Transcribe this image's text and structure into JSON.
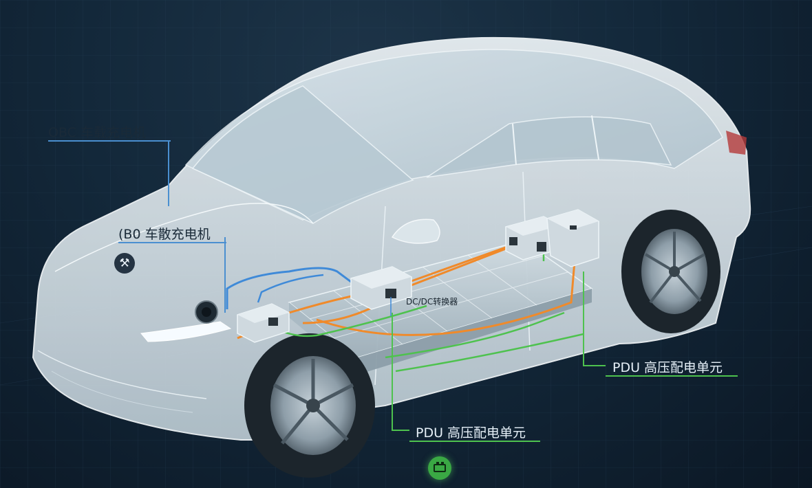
{
  "labels": {
    "obc_top": "OBC 车载充电机",
    "obc_mid": "(B0 车散充电机",
    "dcdc": "DC/DC转换器",
    "pdu_right": "PDU 高压配电单元",
    "pdu_bottom": "PDU 高压配电单元"
  },
  "icons": {
    "wrench": "wrench-icon",
    "wrench_glyph": "⚒",
    "battery": "battery-icon"
  },
  "colors": {
    "background": "#13283a",
    "hv_orange": "#f08a2a",
    "lv_blue": "#3f8ad8",
    "pdu_green": "#4ec24e",
    "car_body": "#dfe9ee"
  }
}
